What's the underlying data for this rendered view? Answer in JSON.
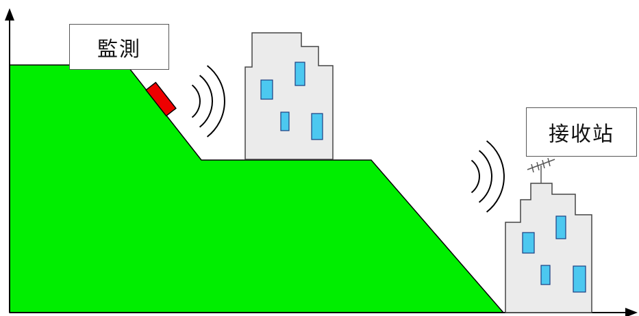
{
  "labels": {
    "monitor": "監測",
    "receiver": "接收站"
  },
  "colors": {
    "terrain": "#00ee00",
    "outline": "#000000",
    "building_fill": "#ebebeb",
    "building_stroke": "#444444",
    "window_fill": "#4cc8f0",
    "window_stroke": "#1a3c80",
    "sensor": "#ee0000",
    "signal": "#000000"
  },
  "icons": [
    "axis-arrow",
    "hill-terrain",
    "sensor-device",
    "building",
    "window",
    "signal-waves",
    "antenna"
  ]
}
